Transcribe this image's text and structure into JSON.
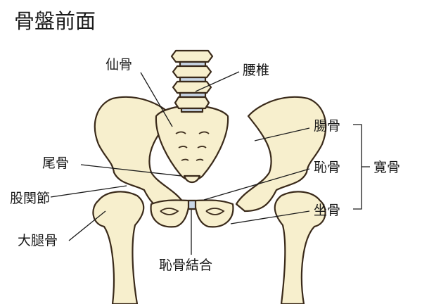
{
  "title": "骨盤前面",
  "labels": {
    "sacrum": "仙骨",
    "lumbar": "腰椎",
    "ilium": "腸骨",
    "pubis": "恥骨",
    "ischium": "坐骨",
    "hipbone": "寛骨",
    "coccyx": "尾骨",
    "hip_joint": "股関節",
    "femur": "大腿骨",
    "pubic_symphysis": "恥骨結合"
  },
  "colors": {
    "bone": "#f7efcd",
    "outline": "#3a2a1a",
    "disc": "#c9d6e6"
  }
}
